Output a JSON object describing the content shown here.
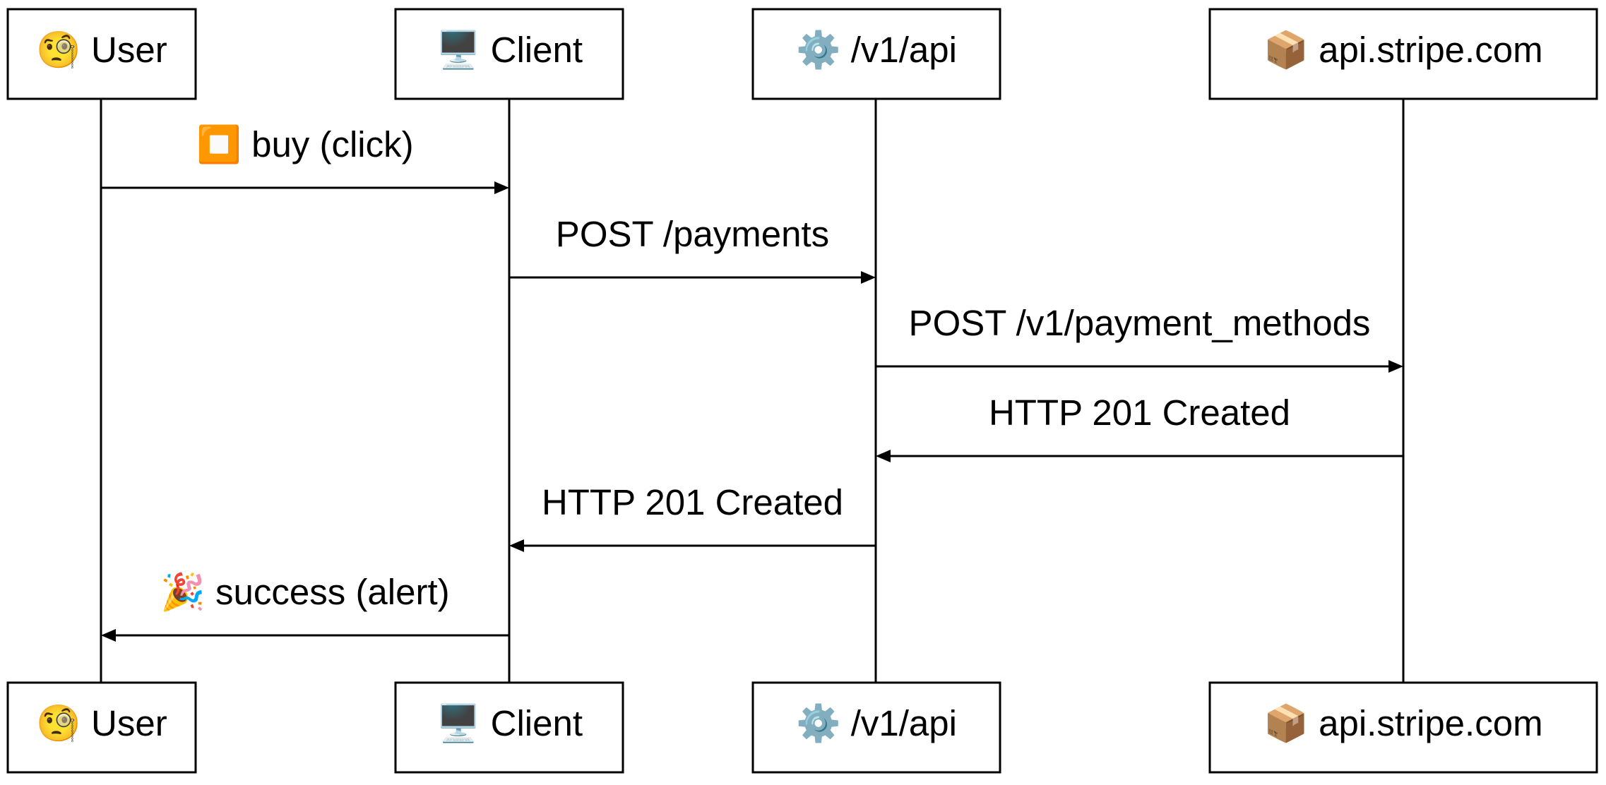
{
  "participants": [
    {
      "id": "user",
      "icon": "monocle-face-icon",
      "icon_glyph": "🧐",
      "label": "User"
    },
    {
      "id": "client",
      "icon": "desktop-computer-icon",
      "icon_glyph": "🖥️",
      "label": "Client"
    },
    {
      "id": "api",
      "icon": "gear-icon",
      "icon_glyph": "⚙️",
      "label": "/v1/api"
    },
    {
      "id": "stripe",
      "icon": "package-icon",
      "icon_glyph": "📦",
      "label": "api.stripe.com"
    }
  ],
  "messages": [
    {
      "from": "user",
      "to": "client",
      "icon": "stop-button-icon",
      "icon_glyph": "⏹️",
      "text": "buy (click)"
    },
    {
      "from": "client",
      "to": "api",
      "icon": "",
      "icon_glyph": "",
      "text": "POST /payments"
    },
    {
      "from": "api",
      "to": "stripe",
      "icon": "",
      "icon_glyph": "",
      "text": "POST /v1/payment_methods"
    },
    {
      "from": "stripe",
      "to": "api",
      "icon": "",
      "icon_glyph": "",
      "text": "HTTP 201 Created"
    },
    {
      "from": "api",
      "to": "client",
      "icon": "",
      "icon_glyph": "",
      "text": "HTTP 201 Created"
    },
    {
      "from": "client",
      "to": "user",
      "icon": "party-popper-icon",
      "icon_glyph": "🎉",
      "text": "success (alert)"
    }
  ]
}
